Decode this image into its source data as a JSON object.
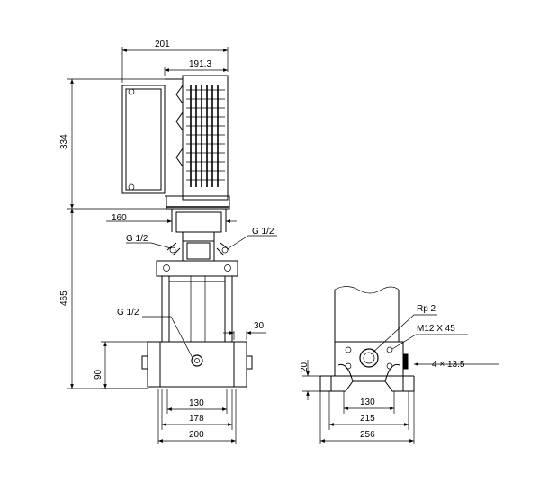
{
  "dimensions": {
    "motor_width": "201",
    "motor_offset": "191.3",
    "motor_height": "334",
    "pump_height": "465",
    "coupling_width": "160",
    "vent_left": "G 1/2",
    "vent_right": "G 1/2",
    "drain": "G 1/2",
    "flange_offset": "30",
    "base_height": "90",
    "front_inner": "130",
    "front_mid": "178",
    "front_outer": "200",
    "side_thread": "Rp 2",
    "side_bolt": "M12 X 45",
    "side_holes": "4 × 13.5",
    "side_foot_height": "20",
    "side_inner": "130",
    "side_mid": "215",
    "side_outer": "256"
  },
  "colors": {
    "line": "#000000",
    "background": "#ffffff"
  }
}
